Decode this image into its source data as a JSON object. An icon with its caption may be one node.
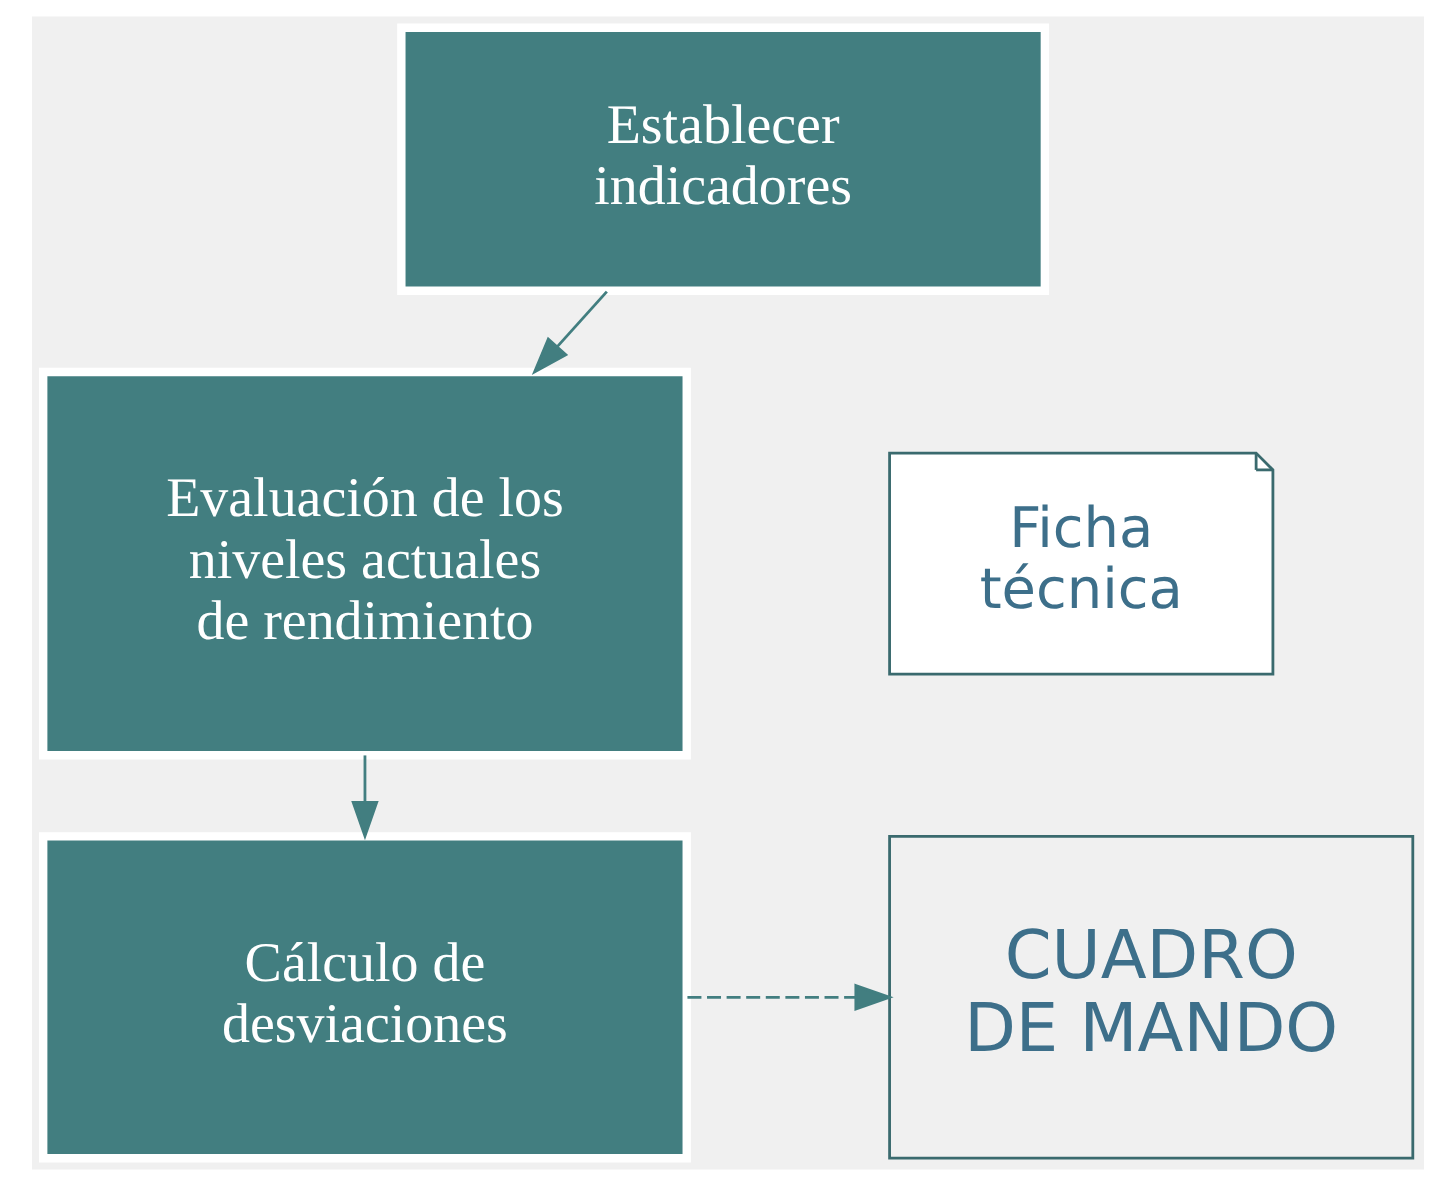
{
  "diagram": {
    "nodes": [
      {
        "text": [
          "Establecer indicadores"
        ]
      },
      {
        "text": [
          "Evaluación de los niveles actuales de rendimiento"
        ]
      },
      {
        "text": [
          "Cálculo de desviaciones"
        ]
      },
      {
        "text": [
          "Ficha técnica"
        ]
      },
      {
        "text": [
          "CUADRO DE MANDO"
        ]
      }
    ],
    "edges": [
      {
        "from": 0,
        "to": 1,
        "arrow": "to"
      },
      {
        "from": 1,
        "to": 2,
        "arrow": "to"
      },
      {
        "from": 2,
        "to": 4,
        "arrow": "to",
        "style": "dashed"
      }
    ]
  }
}
